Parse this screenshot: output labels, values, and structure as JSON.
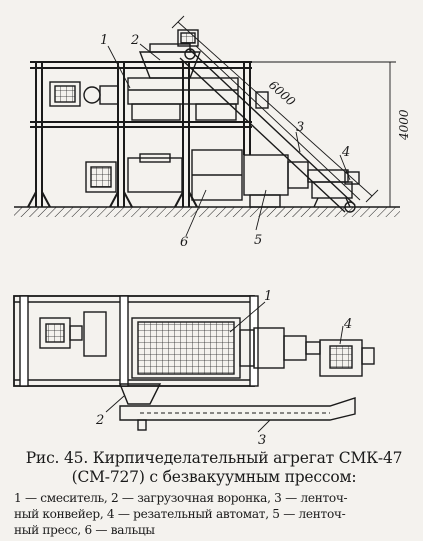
{
  "figure": {
    "side_labels": {
      "l1": "1",
      "l2": "2",
      "l3": "3",
      "l4": "4",
      "l5": "5",
      "l6": "6"
    },
    "plan_labels": {
      "l1": "1",
      "l2": "2",
      "l3": "3",
      "l4": "4"
    },
    "dimensions": {
      "length": "6000",
      "height": "4000"
    }
  },
  "caption": {
    "line1": "Рис. 45. Кирпичеделательный агрегат СМК-47",
    "line2": "(СМ-727) с безвакуумным прессом:"
  },
  "legend": {
    "line1": "1 — смеситель, 2 — загрузочная воронка, 3 — ленточ-",
    "line2": "ный конвейер, 4 — резательный автомат, 5 — ленточ-",
    "line3": "ный пресс, 6 — вальцы"
  }
}
